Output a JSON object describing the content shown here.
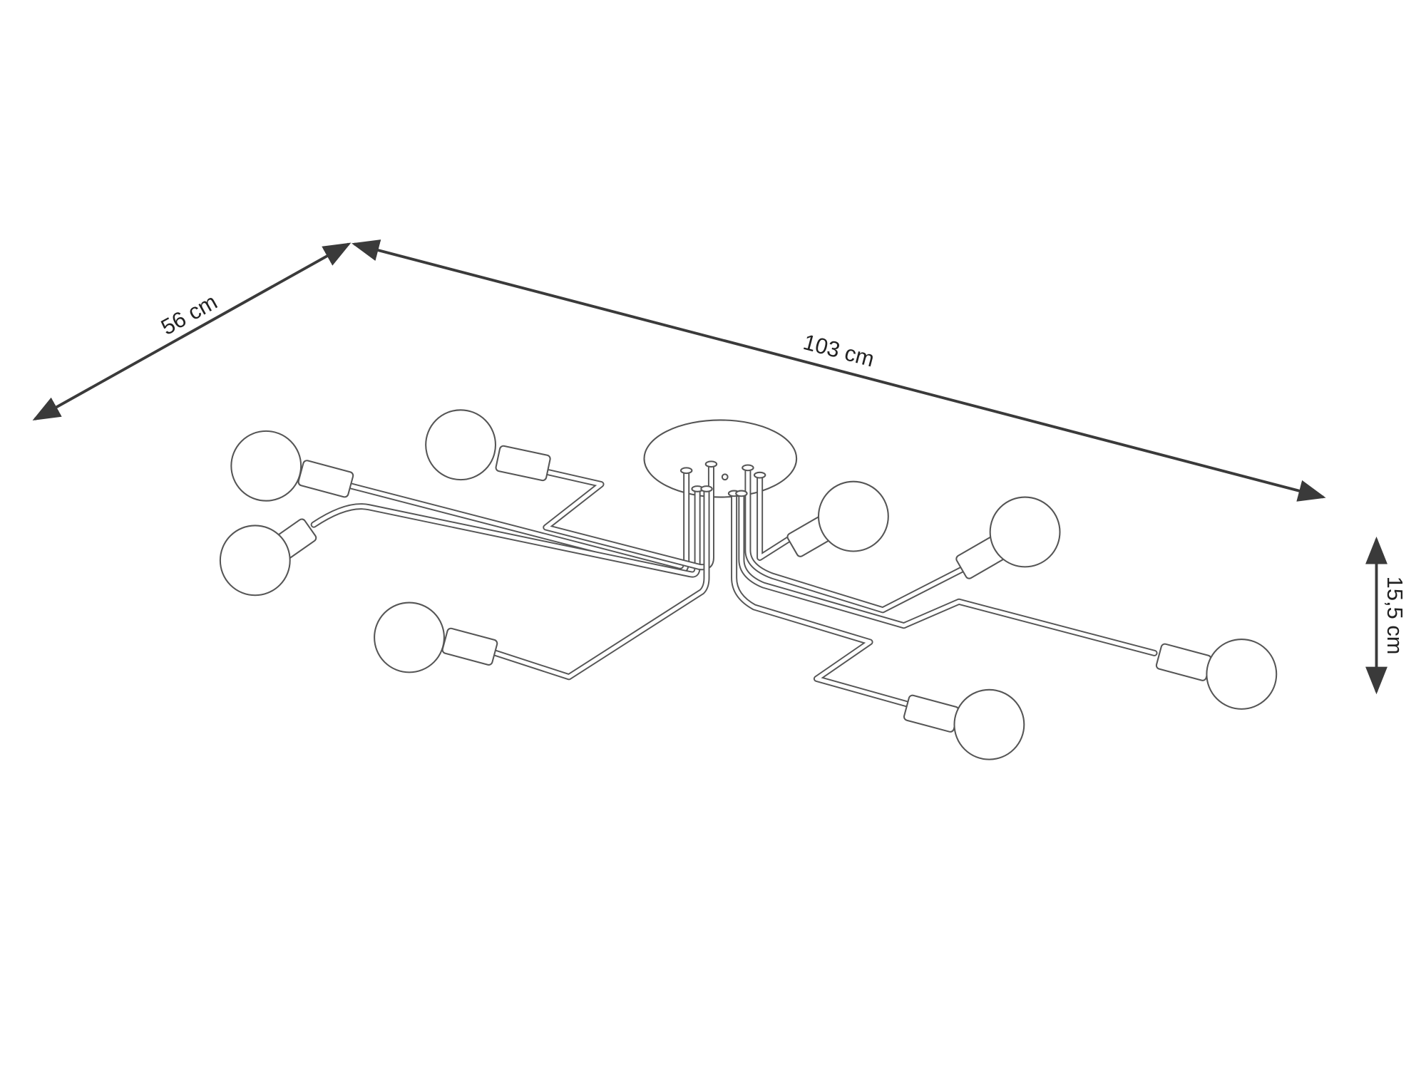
{
  "dimensions": {
    "depth_label": "56 cm",
    "width_label": "103 cm",
    "height_label": "15,5 cm"
  },
  "product": {
    "bulb_count": 8
  },
  "colors": {
    "line": "#3a3a3a",
    "lamp_outline": "#555555",
    "background": "#ffffff"
  }
}
